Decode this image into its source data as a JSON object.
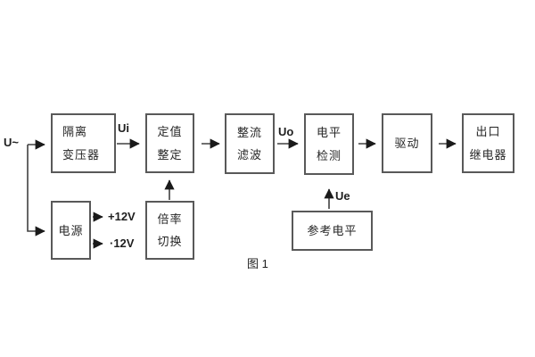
{
  "diagram": {
    "caption": "图 1",
    "labels": {
      "input": "U~",
      "ui": "Ui",
      "uo": "Uo",
      "ue": "Ue",
      "plus12v": "+12V",
      "minus12v": "·12V"
    },
    "blocks": {
      "isolation_transformer": {
        "line1": "隔离",
        "line2": "变压器"
      },
      "value_setting": {
        "line1": "定值",
        "line2": "整定"
      },
      "rectify_filter": {
        "line1": "整流",
        "line2": "滤波"
      },
      "level_detect": {
        "line1": "电平",
        "line2": "检测"
      },
      "drive": {
        "line1": "驱动"
      },
      "output_relay": {
        "line1": "出口",
        "line2": "继电器"
      },
      "power": {
        "line1": "电源"
      },
      "ratio_switch": {
        "line1": "倍率",
        "line2": "切换"
      },
      "reference_level": {
        "line1": "参考电平"
      }
    },
    "colors": {
      "background": "#ffffff",
      "box_border": "#595959",
      "wire": "#404040",
      "text": "#262626"
    }
  }
}
